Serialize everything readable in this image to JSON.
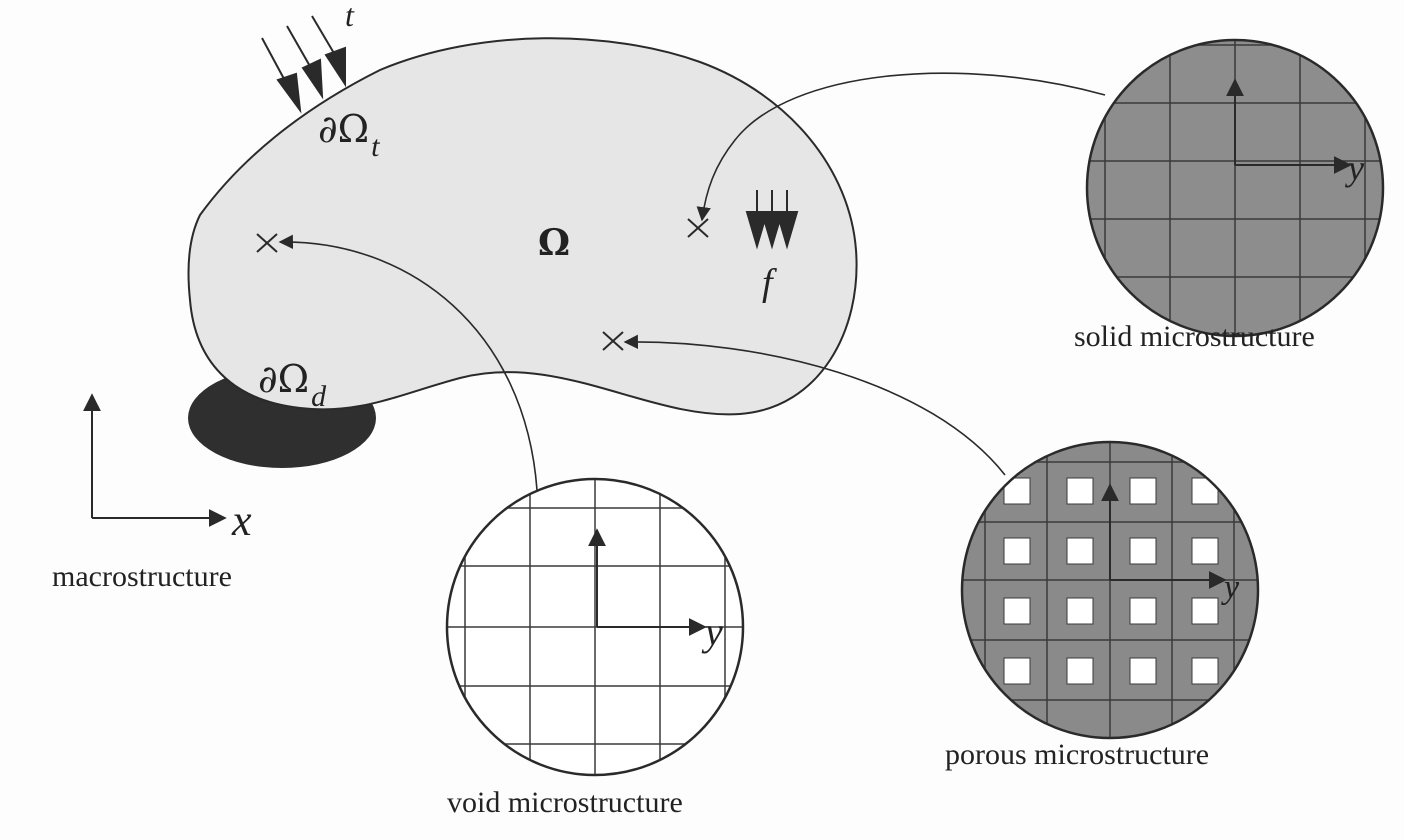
{
  "macro": {
    "caption": "macrostructure",
    "domain_symbol": "Ω",
    "traction_boundary": "∂Ω",
    "traction_subscript": "t",
    "displacement_boundary": "∂Ω",
    "displacement_subscript": "d",
    "traction_symbol": "t",
    "body_force_symbol": "f",
    "x_axis_label": "x"
  },
  "micro": {
    "solid": {
      "caption": "solid microstructure",
      "axis_label": "y"
    },
    "void": {
      "caption": "void microstructure",
      "axis_label": "y"
    },
    "porous": {
      "caption": "porous microstructure",
      "axis_label": "y"
    }
  },
  "colors": {
    "body_fill": "#e6e6e6",
    "support_fill": "#2f2f2f",
    "solid_fill": "#8d8d8d",
    "porous_fill": "#8a8a8a",
    "line": "#2a2a2a"
  }
}
